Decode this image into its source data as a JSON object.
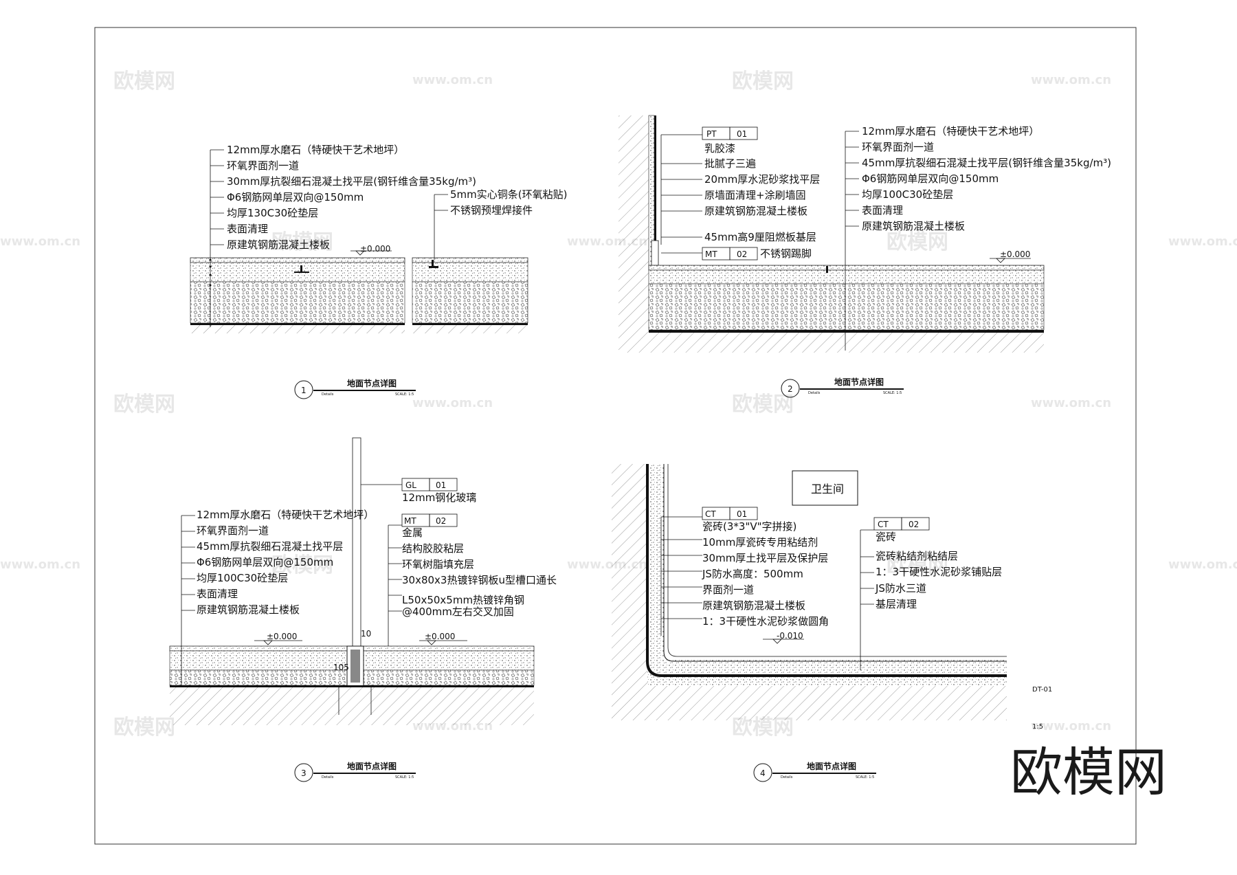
{
  "sheet_code": "DT-01",
  "sheet_scale": "1:5",
  "watermark": {
    "brand": "欧模网",
    "site": "www.om.cn"
  },
  "brand_logo": "欧模网",
  "elevations": {
    "zero": "±0.000",
    "minus": "-0.010"
  },
  "detail1": {
    "layers": [
      "12mm厚水磨石（特硬快干艺术地坪）",
      "环氧界面剂一道",
      "30mm厚抗裂细石混凝土找平层(钢钎维含量35kg/m³)",
      "Φ6钢筋网单层双向@150mm",
      "均厚130C30砼垫层",
      "表面清理",
      "原建筑钢筋混凝土楼板"
    ],
    "strip": [
      "5mm实心铜条(环氧粘贴)",
      "不锈钢预埋焊接件"
    ],
    "title": {
      "num": "1",
      "name": "地面节点详图",
      "sub": "Details",
      "scale": "SCALE: 1:5"
    }
  },
  "detail2": {
    "wall_tag": {
      "code": "PT",
      "num": "01"
    },
    "wall_layers": [
      "乳胶漆",
      "批腻子三遍",
      "20mm厚水泥砂浆找平层",
      "原墙面清理+涂刷墙固",
      "原建筑钢筋混凝土楼板",
      "45mm高9厘阻燃板基层"
    ],
    "kick_tag": {
      "code": "MT",
      "num": "02"
    },
    "kick_text": "不锈钢踢脚",
    "floor_layers": [
      "12mm厚水磨石（特硬快干艺术地坪）",
      "环氧界面剂一道",
      "45mm厚抗裂细石混凝土找平层(钢钎维含量35kg/m³)",
      "Φ6钢筋网单层双向@150mm",
      "均厚100C30砼垫层",
      "表面清理",
      "原建筑钢筋混凝土楼板"
    ],
    "title": {
      "num": "2",
      "name": "地面节点详图",
      "sub": "Details",
      "scale": "SCALE: 1:5"
    }
  },
  "detail3": {
    "gl_tag": {
      "code": "GL",
      "num": "01"
    },
    "gl_text": "12mm钢化玻璃",
    "mt_tag": {
      "code": "MT",
      "num": "02"
    },
    "mt_layers": [
      "金属",
      "结构胶胶粘层",
      "环氧树脂填充层",
      "30x80x3热镀锌钢板u型槽口通长",
      "L50x50x5mm热镀锌角钢",
      "@400mm左右交叉加固"
    ],
    "floor_layers": [
      "12mm厚水磨石（特硬快干艺术地坪）",
      "环氧界面剂一道",
      "45mm厚抗裂细石混凝土找平层",
      "Φ6钢筋网单层双向@150mm",
      "均厚100C30砼垫层",
      "表面清理",
      "原建筑钢筋混凝土楼板"
    ],
    "dims": {
      "a": "10",
      "b": "105"
    },
    "title": {
      "num": "3",
      "name": "地面节点详图",
      "sub": "Details",
      "scale": "SCALE: 1:5"
    }
  },
  "detail4": {
    "room": "卫生间",
    "ct1_tag": {
      "code": "CT",
      "num": "01"
    },
    "wall_layers": [
      "瓷砖(3*3\"V\"字拼接)",
      "10mm厚瓷砖专用粘结剂",
      "30mm厚土找平层及保护层",
      "JS防水高度：500mm",
      "界面剂一道",
      "原建筑钢筋混凝土楼板",
      "1：3干硬性水泥砂浆做圆角"
    ],
    "ct2_tag": {
      "code": "CT",
      "num": "02"
    },
    "floor_layers": [
      "瓷砖",
      "瓷砖粘结剂粘结层",
      "1：3干硬性水泥砂浆铺贴层",
      "JS防水三道",
      "基层清理"
    ],
    "title": {
      "num": "4",
      "name": "地面节点详图",
      "sub": "Details",
      "scale": "SCALE: 1:5"
    }
  },
  "colors": {
    "line": "#111111",
    "watermark": "#bdbdbd"
  }
}
